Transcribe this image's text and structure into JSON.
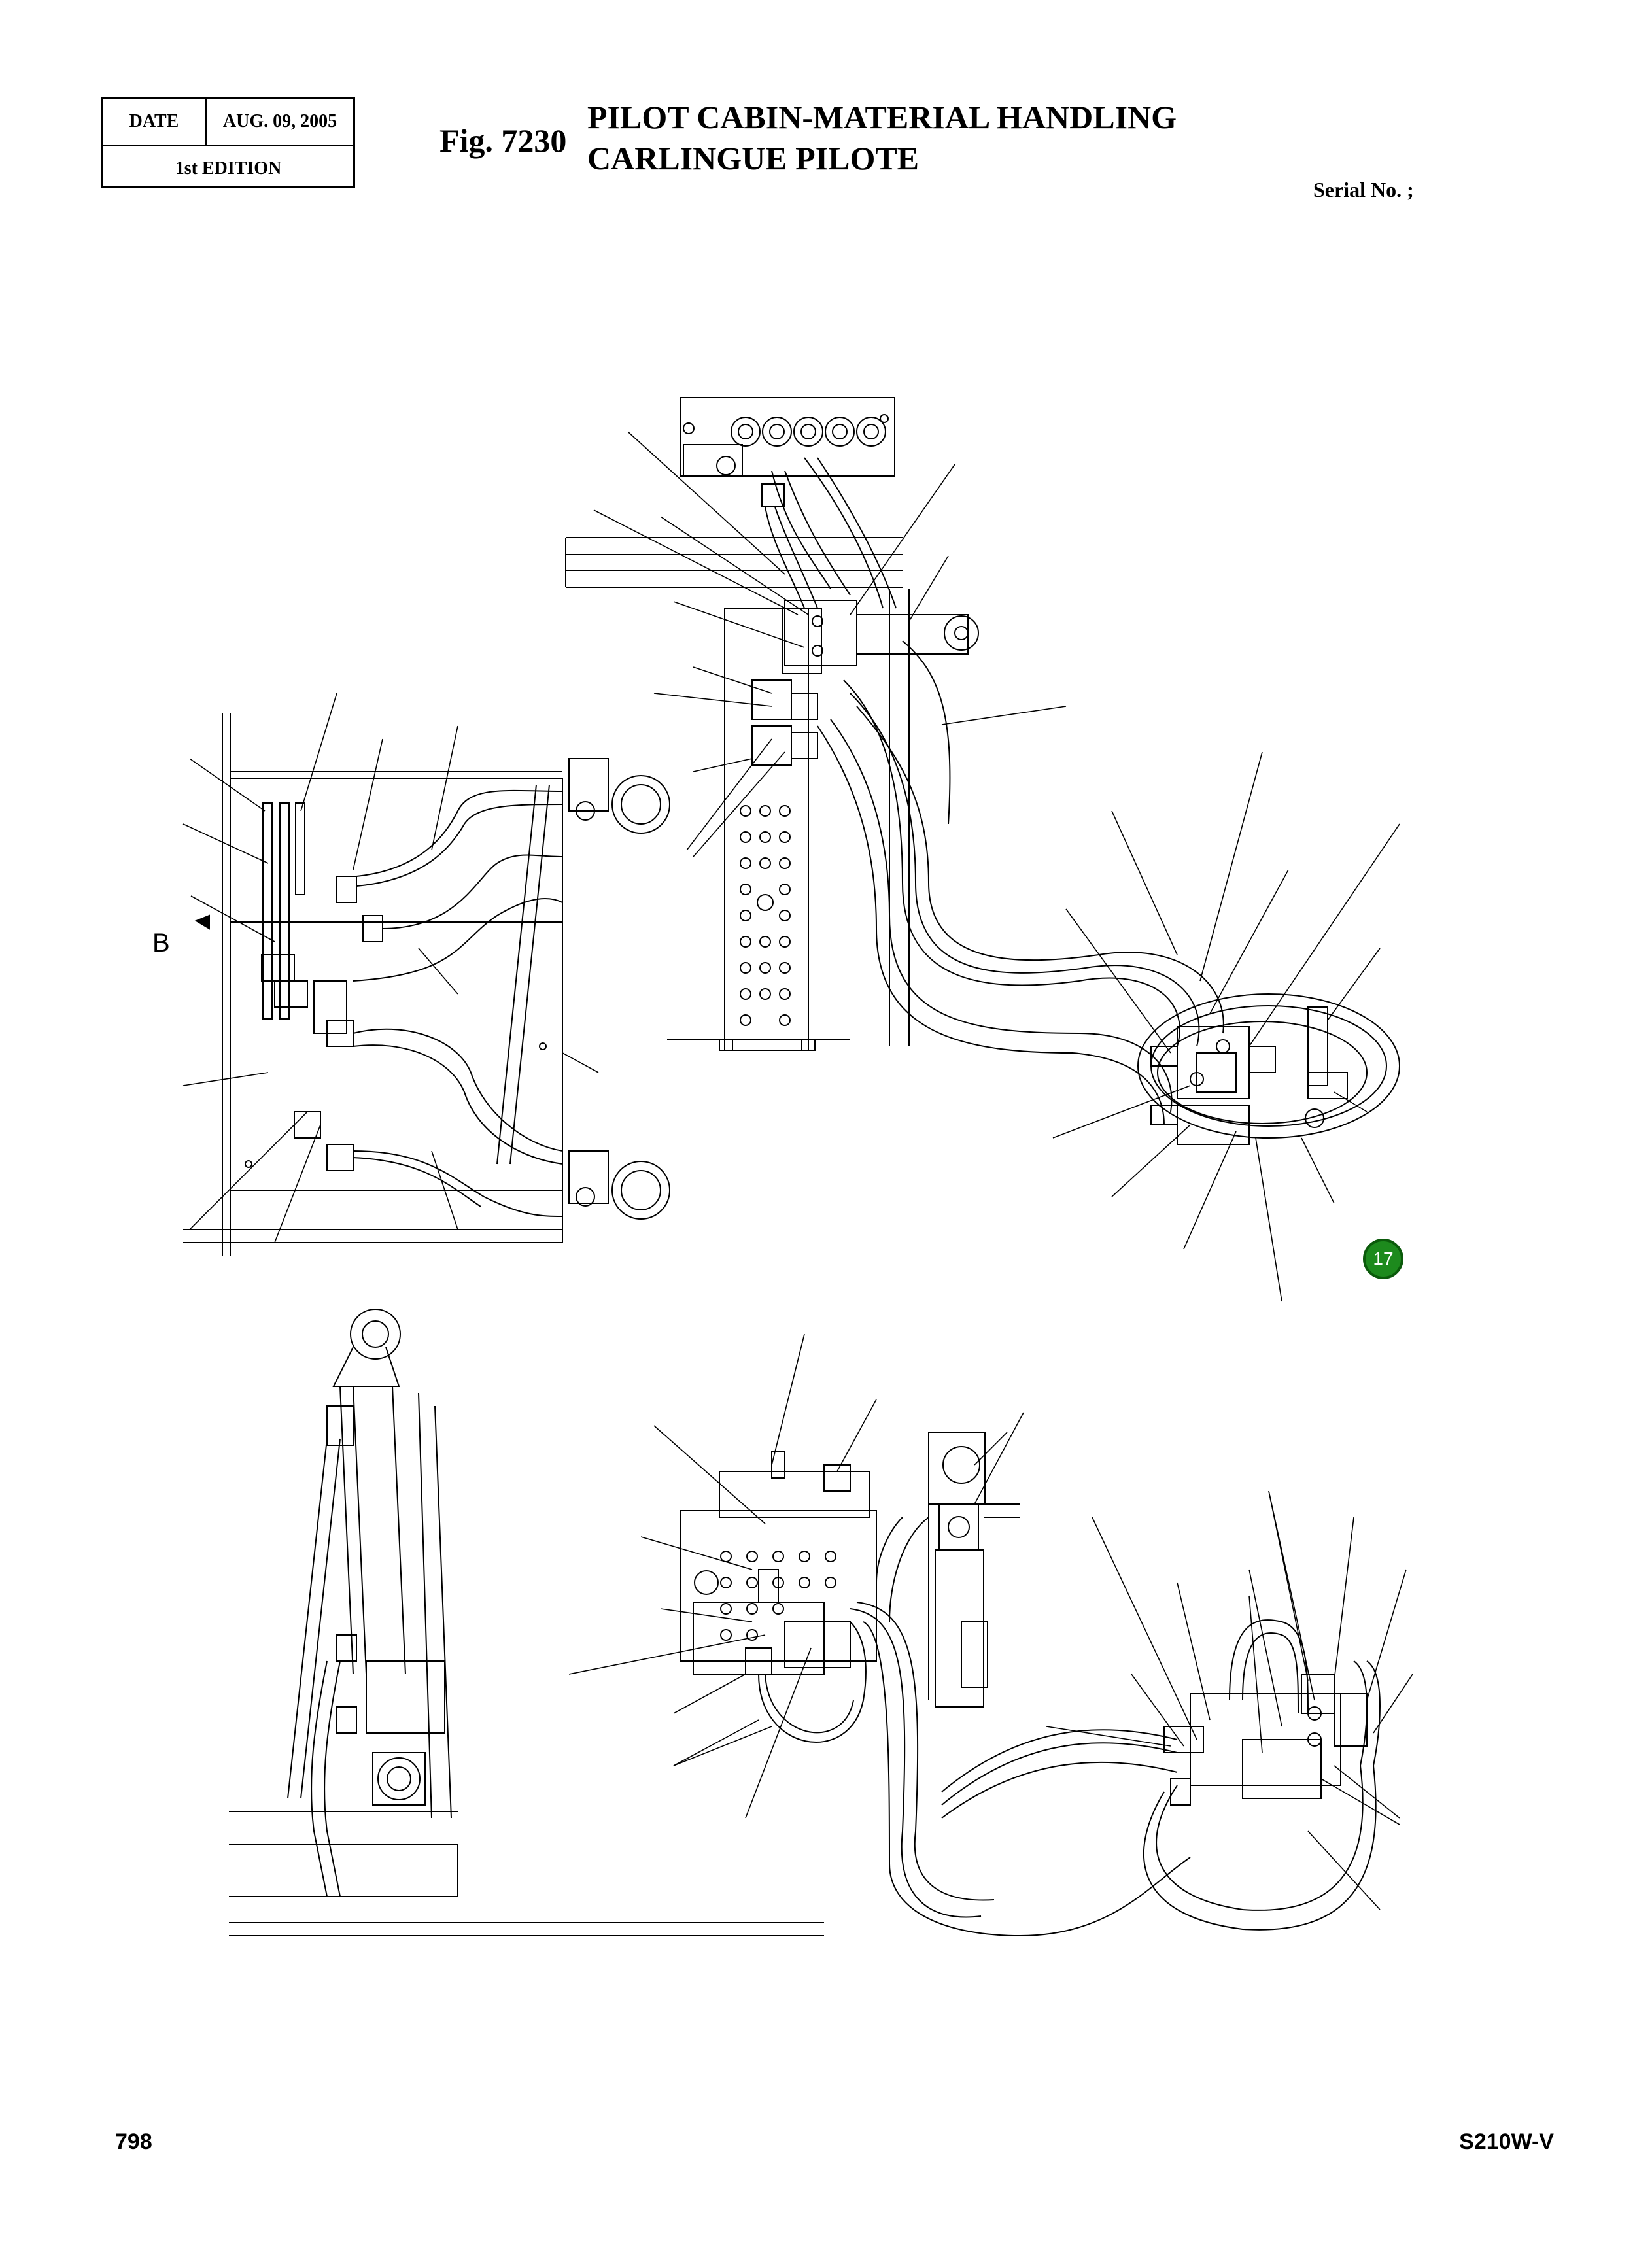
{
  "header": {
    "date_label": "DATE",
    "date_value": "AUG. 09, 2005",
    "edition": "1st EDITION",
    "figure_number": "Fig. 7230",
    "title_line_1": "PILOT CABIN-MATERIAL HANDLING",
    "title_line_2": "CARLINGUE PILOTE",
    "serial_label": "Serial No. ;"
  },
  "diagram": {
    "view_letter": "B",
    "callout_badge": "17"
  },
  "footer": {
    "page_number": "798",
    "model_code": "S210W-V"
  }
}
